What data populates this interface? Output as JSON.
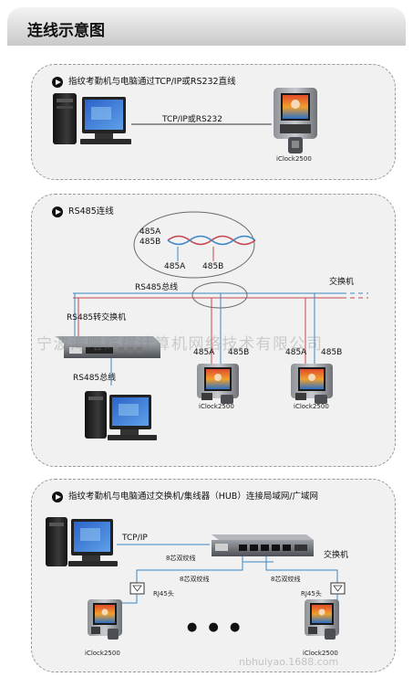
{
  "header": {
    "title": "连线示意图"
  },
  "panel1": {
    "title": "指纹考勤机与电脑通过TCP/IP或RS232直线",
    "link_label": "TCP/IP或RS232",
    "device_label": "iClock2500"
  },
  "panel2": {
    "title": "RS485连线",
    "twisted_a": "485A",
    "twisted_b": "485B",
    "loop_a": "485A",
    "loop_b": "485B",
    "bus_label": "RS485总线",
    "switch_label": "交换机",
    "converter_label": "RS485转交换机",
    "bus_label2": "RS485总线",
    "dev1_a": "485A",
    "dev1_b": "485B",
    "dev2_a": "485A",
    "dev2_b": "485B",
    "device1_label": "iClock2500",
    "device2_label": "iClock2500"
  },
  "panel3": {
    "title": "指纹考勤机与电脑通过交换机/集线器（HUB）连接局域网/广域网",
    "tcpip_label": "TCP/IP",
    "switch_label": "交换机",
    "cable1": "8芯双绞线",
    "cable2": "8芯双绞线",
    "cable3": "8芯双绞线",
    "rj45_left": "RJ45头",
    "rj45_right": "RJ45头",
    "dots": "● ● ●",
    "device1_label": "iClock2500",
    "device2_label": "iClock2500"
  },
  "watermark": {
    "main": "宁波海曙辉耀计算机网络技术有限公司",
    "site": "nbhuiyao.1688.com"
  },
  "colors": {
    "accent_blue": "#3a86c8",
    "accent_red": "#c8454f",
    "panel_bg": "#f1f1f1",
    "border": "#9a9a9a"
  }
}
